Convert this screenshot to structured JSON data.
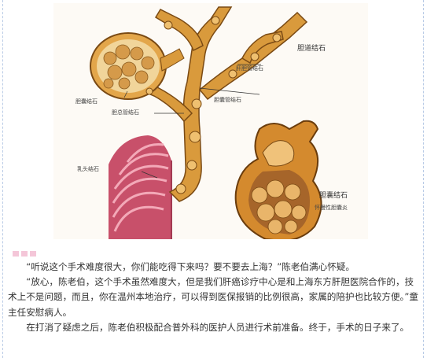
{
  "illustration": {
    "labels": {
      "bile_duct_stone": "胆道结石",
      "intrahepatic_stone": "肝胆管结石",
      "cystic_duct_stone": "胆囊管结石",
      "gallbladder_stone_left": "胆囊结石",
      "common_bile_duct_stone": "胆总管结石",
      "papilla_stone": "乳头结石",
      "gallbladder_stone_right": "胆囊结石",
      "chronic_cholecystitis": "怀慢性胆囊炎"
    }
  },
  "article": {
    "paragraphs": [
      "“听说这个手术难度很大，你们能吃得下来吗？要不要去上海？”陈老伯满心怀疑。",
      "“放心，陈老伯，这个手术虽然难度大，但是我们肝癌诊疗中心是和上海东方肝胆医院合作的，技术上不是问题，而且，你在温州本地治疗，可以得到医保报销的比例很高，家属的陪护也比较方便。”童主任安慰病人。",
      "在打消了疑虑之后，陈老伯积极配合普外科的医护人员进行术前准备。终于，手术的日子来了。"
    ]
  }
}
